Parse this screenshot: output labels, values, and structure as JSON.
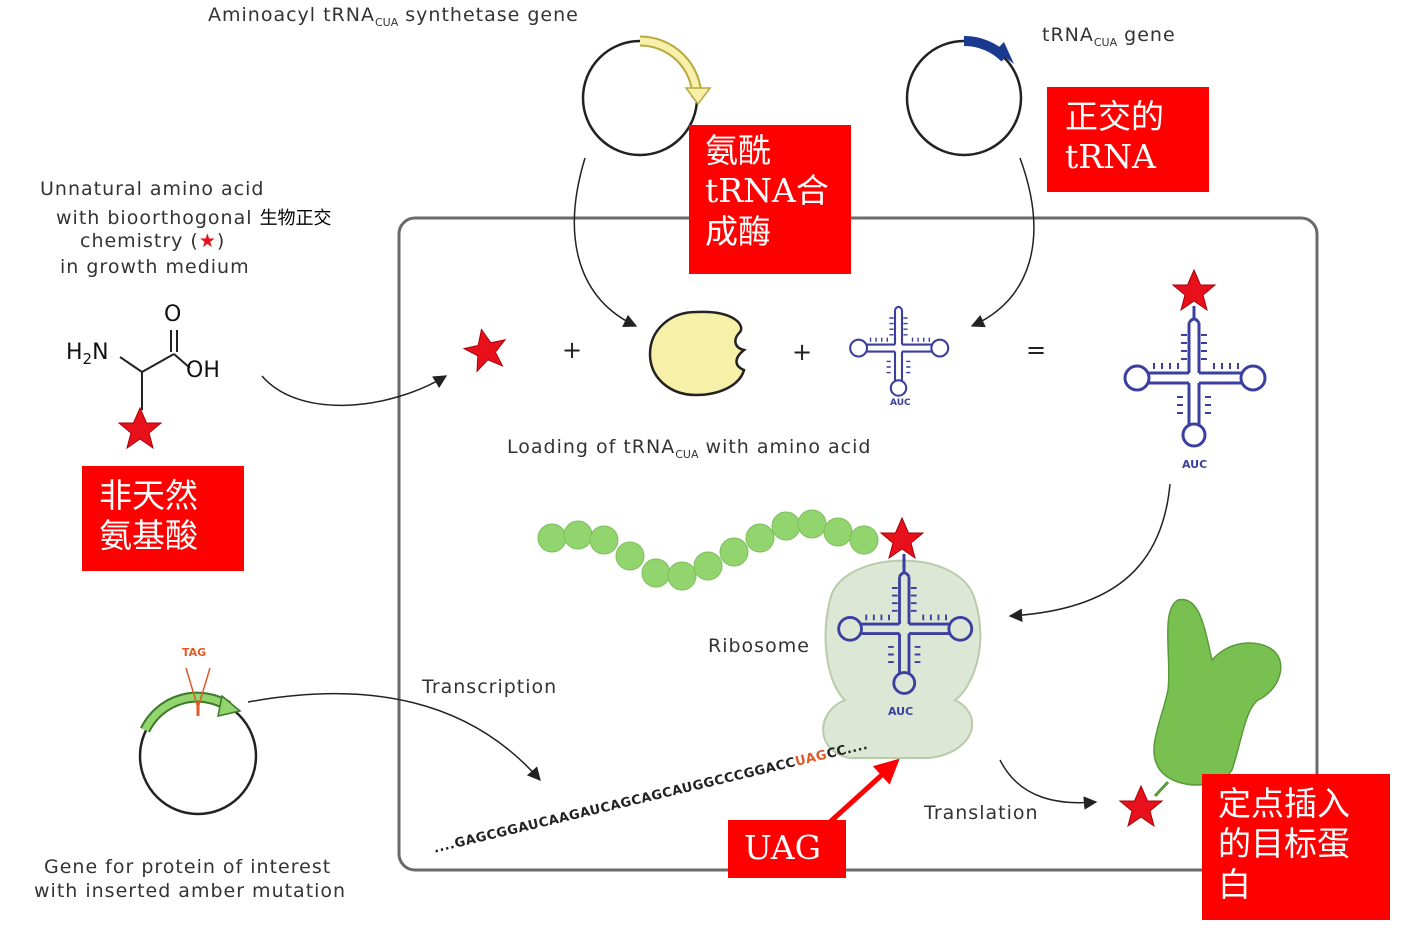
{
  "labels": {
    "synthetase_gene": "Aminoacyl tRNA",
    "synthetase_gene_sub": "CUA",
    "synthetase_gene_tail": " synthetase gene",
    "trna_gene": "tRNA",
    "trna_gene_sub": "CUA",
    "trna_gene_tail": " gene",
    "unnatural_line1": "Unnatural amino acid",
    "unnatural_line2": "with bioorthogonal",
    "bioorthogonal_cn": "生物正交",
    "unnatural_line3": "chemistry (",
    "unnatural_line3_tail": ")",
    "unnatural_line4": "in growth medium",
    "loading": "Loading of tRNA",
    "loading_sub": "CUA",
    "loading_tail": " with amino acid",
    "ribosome": "Ribosome",
    "transcription": "Transcription",
    "translation": "Translation",
    "gene_line1": "Gene for protein of interest",
    "gene_line2": "with inserted amber mutation",
    "tag": "TAG",
    "anticodon": "AUC",
    "mrna_seq": "....GAGCGGAUCAAGAUCAGCAGCAUGGCCCGGACC",
    "mrna_codon": "UAG",
    "mrna_tail": "CC....",
    "h2n": "H",
    "h2n_sub": "2",
    "h2n_tail": "N",
    "oh": "OH",
    "o": "O",
    "plus": "+",
    "equals": "="
  },
  "callouts": {
    "synthetase_cn": [
      "氨酰",
      "tRNA合",
      "成酶"
    ],
    "orthogonal_trna_cn": [
      "正交的",
      "tRNA"
    ],
    "unnatural_aa_cn": [
      "非天然",
      "氨基酸"
    ],
    "uag": "UAG",
    "target_protein_cn": [
      "定点插入",
      "的目标蛋",
      "白"
    ]
  },
  "colors": {
    "callout_bg": "#ff0000",
    "star": "#e8101a",
    "trna": "#3a3fa0",
    "synthetase_fill": "#f7f0a8",
    "bead_green": "#92d46e",
    "ribosome_fill": "#d8e4d0",
    "protein_green": "#78c050",
    "codon_orange": "#e05a2a"
  }
}
